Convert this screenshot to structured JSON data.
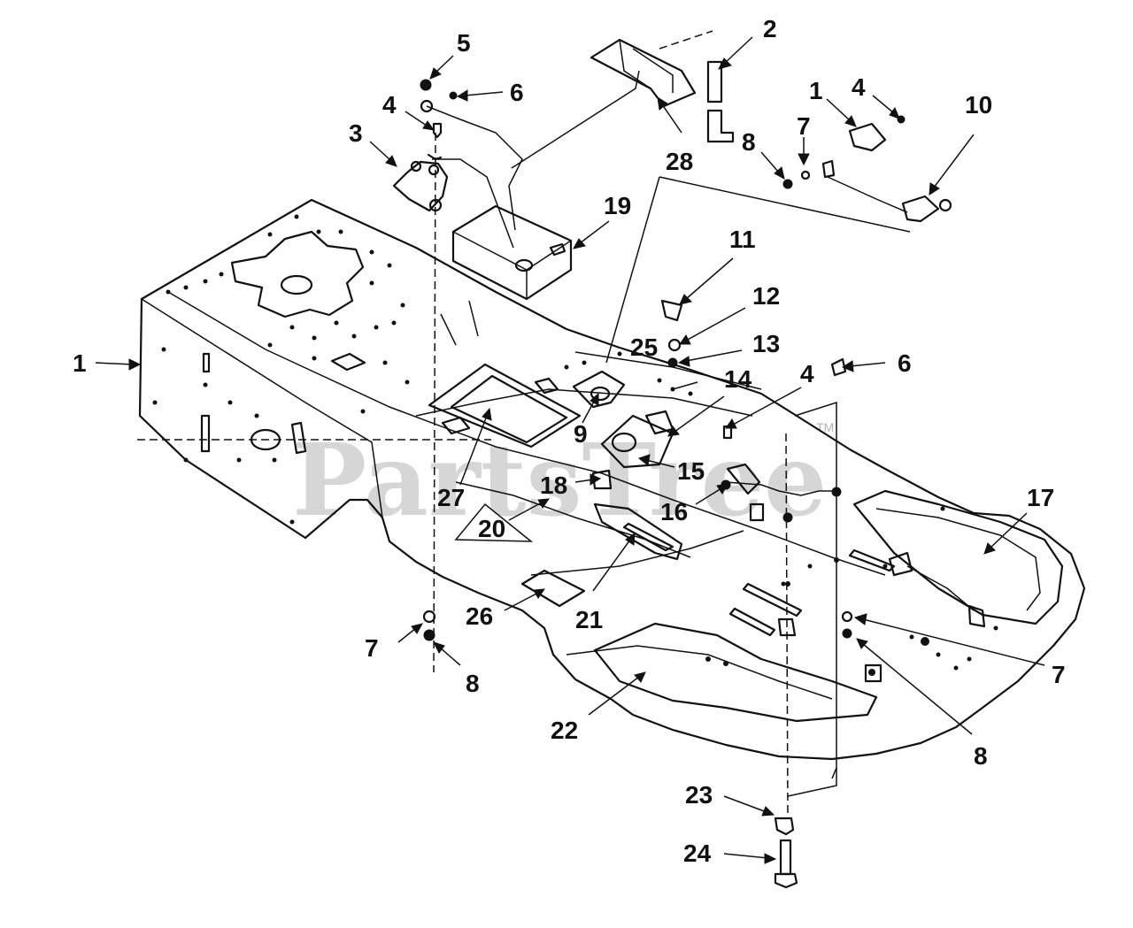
{
  "watermark": "PartsTree",
  "watermark_mark": "TM",
  "callouts": {
    "c1a": "1",
    "c2": "2",
    "c3": "3",
    "c4a": "4",
    "c5": "5",
    "c6a": "6",
    "c1b": "1",
    "c4b": "4",
    "c7a": "7",
    "c8a": "8",
    "c10": "10",
    "c28": "28",
    "c19": "19",
    "c11": "11",
    "c12": "12",
    "c13": "13",
    "c25": "25",
    "c14": "14",
    "c4c": "4",
    "c6b": "6",
    "c9": "9",
    "c15": "15",
    "c27": "27",
    "c18": "18",
    "c16": "16",
    "c17": "17",
    "c20": "20",
    "c21": "21",
    "c26": "26",
    "c7b": "7",
    "c8b": "8",
    "c7c": "7",
    "c22": "22",
    "c8c": "8",
    "c23": "23",
    "c24": "24"
  }
}
